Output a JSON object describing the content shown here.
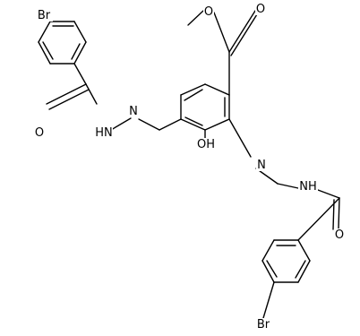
{
  "structure": {
    "atom_labels": [
      {
        "id": "br1",
        "text": "Br"
      },
      {
        "id": "o_amide1",
        "text": "O"
      },
      {
        "id": "nh1",
        "text": "HN"
      },
      {
        "id": "n1",
        "text": "N"
      },
      {
        "id": "o_ester_carbonyl",
        "text": "O"
      },
      {
        "id": "o_ester",
        "text": "O"
      },
      {
        "id": "oh",
        "text": "OH"
      },
      {
        "id": "n2",
        "text": "N"
      },
      {
        "id": "nh2",
        "text": "NH"
      },
      {
        "id": "o_amide2",
        "text": "O"
      },
      {
        "id": "br2",
        "text": "Br"
      }
    ]
  }
}
